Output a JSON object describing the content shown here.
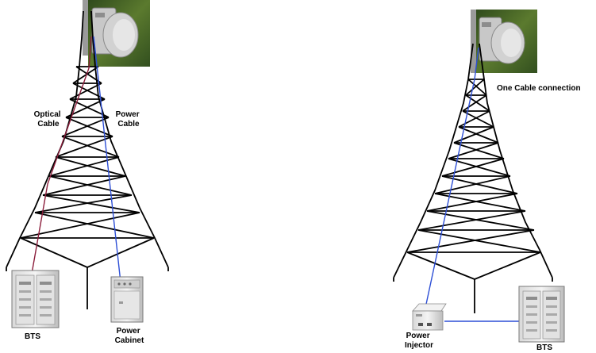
{
  "labels": {
    "optical_cable_line1": "Optical",
    "optical_cable_line2": "Cable",
    "power_cable_line1": "Power",
    "power_cable_line2": "Cable",
    "bts_left": "BTS",
    "power_cabinet_line1": "Power",
    "power_cabinet_line2": "Cabinet",
    "one_cable_connection": "One Cable connection",
    "power_injector_line1": "Power",
    "power_injector_line2": "Injector",
    "bts_right": "BTS"
  },
  "colors": {
    "optical_cable": "#8b1d3b",
    "power_cable": "#2d4fd6",
    "tower_lattice": "#000000"
  },
  "icons": {
    "antenna": "radio-unit-photo-icon",
    "bts": "bts-cabinet-icon",
    "power_cabinet": "power-cabinet-icon",
    "power_injector": "power-injector-icon"
  }
}
